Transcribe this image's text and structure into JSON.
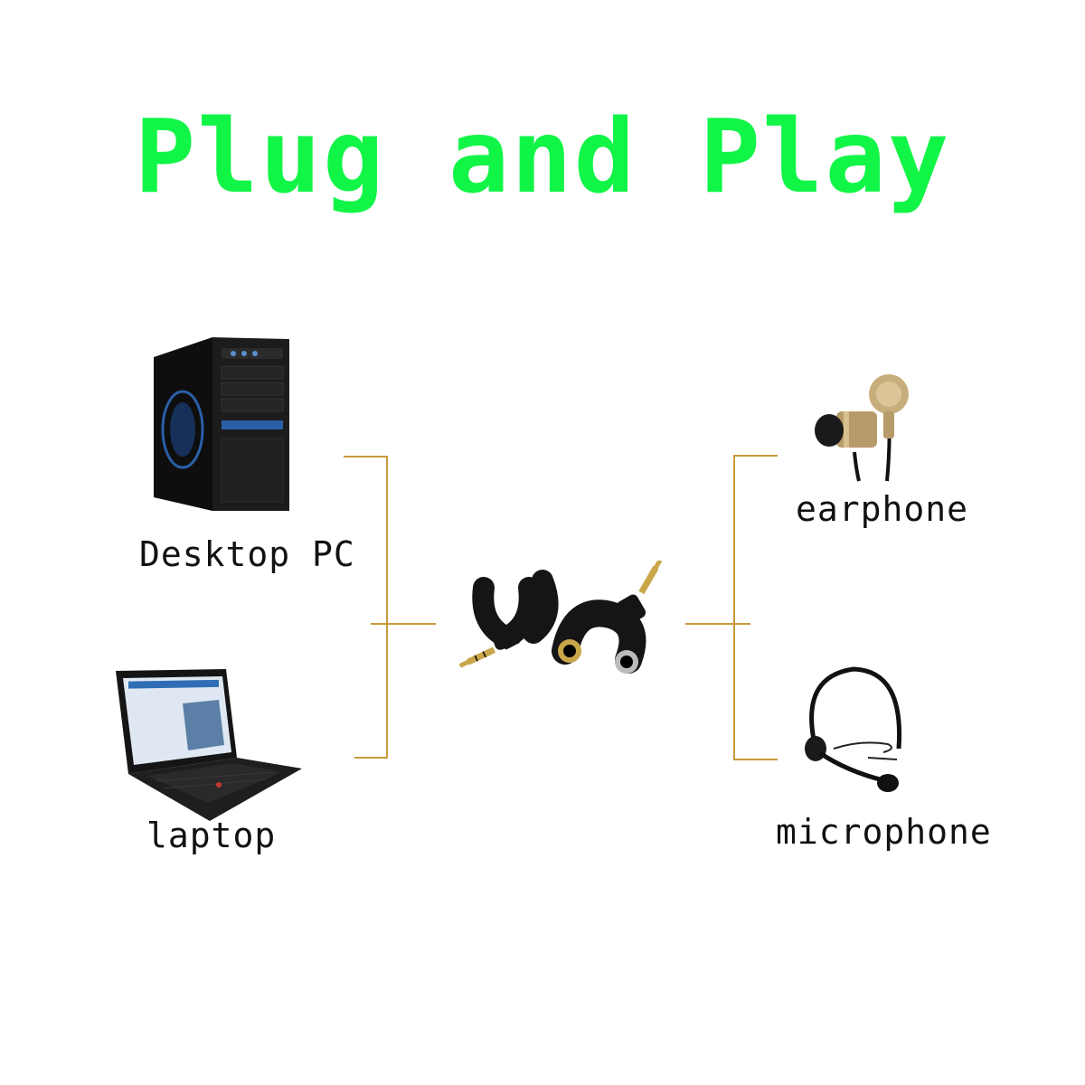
{
  "title": "Plug and Play",
  "colors": {
    "title": "#11f547",
    "connector": "#c89a3a",
    "device_body": "#151515",
    "accent_blue": "#2a5fa8",
    "gold": "#c9a64a"
  },
  "devices": {
    "desktop": {
      "label": "Desktop PC",
      "icon": "desktop-pc-icon"
    },
    "laptop": {
      "label": "laptop",
      "icon": "laptop-icon"
    },
    "earphone": {
      "label": "earphone",
      "icon": "earphone-icon"
    },
    "microphone": {
      "label": "microphone",
      "icon": "headset-microphone-icon"
    },
    "splitter": {
      "icon": "y-splitter-adapter-icon"
    }
  }
}
